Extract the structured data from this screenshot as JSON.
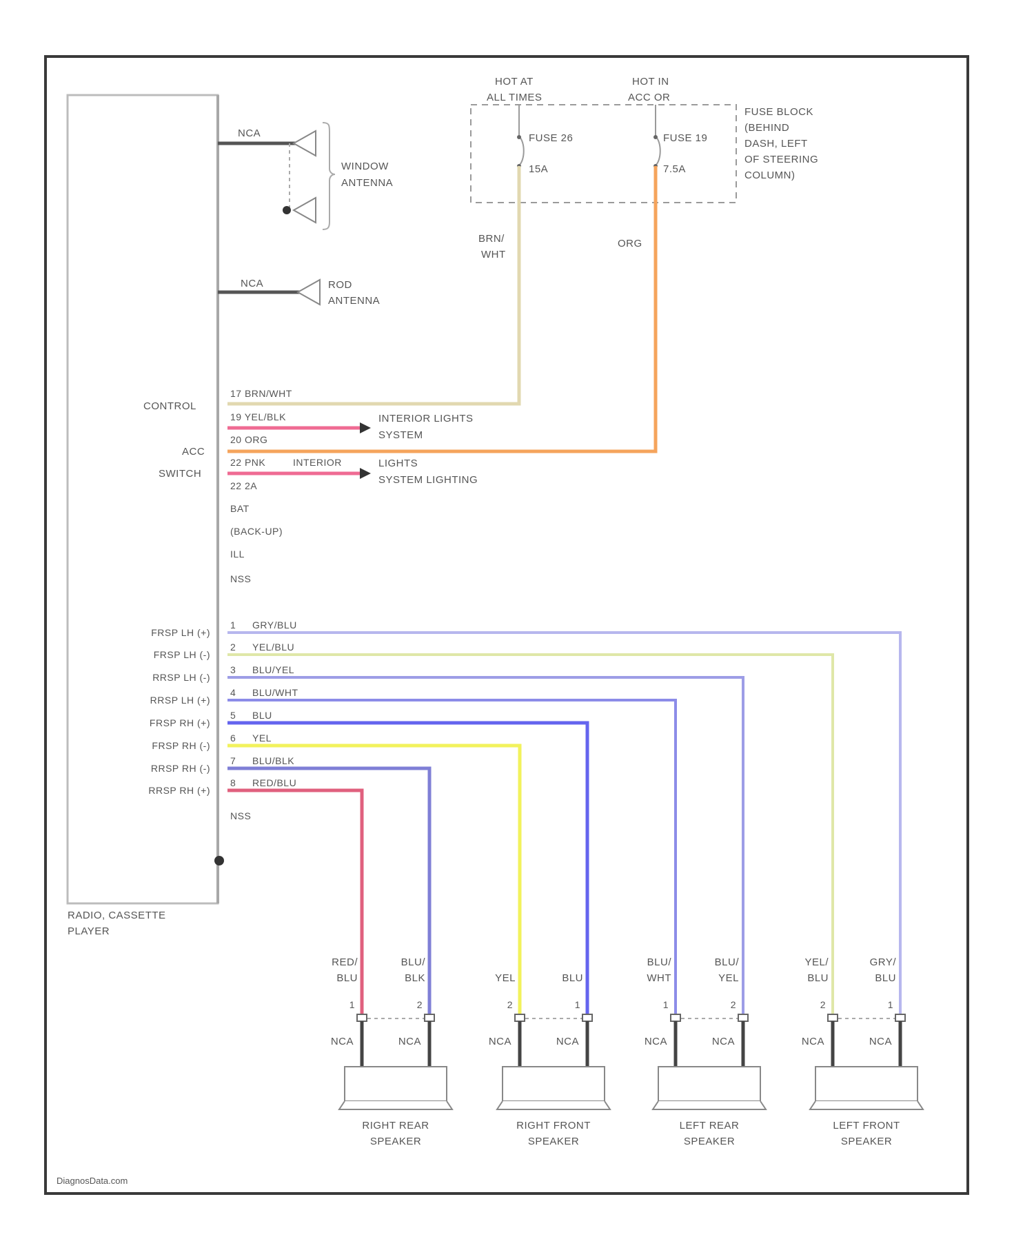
{
  "fuse_block": {
    "hot_at_all_times": [
      "HOT AT",
      "ALL TIMES"
    ],
    "hot_in_acc_or": [
      "HOT IN",
      "ACC OR"
    ],
    "fuse_a": "FUSE 26",
    "fuse_a_amp": "15A",
    "fuse_b": "FUSE 19",
    "fuse_b_amp": "7.5A",
    "label": [
      "FUSE BLOCK",
      "(BEHIND",
      "DASH, LEFT",
      "OF STEERING",
      "COLUMN)"
    ]
  },
  "antennas": {
    "nca_top": "NCA",
    "window_antenna": [
      "WINDOW",
      "ANTENNA"
    ],
    "nca_rod": "NCA",
    "rod_antenna": [
      "ROD",
      "ANTENNA"
    ]
  },
  "feed_wires": {
    "brn_wht": [
      "BRN/",
      "WHT"
    ],
    "org": "ORG"
  },
  "radio": {
    "label": [
      "RADIO, CASSETTE",
      "PLAYER"
    ],
    "left_labels": {
      "control": "CONTROL",
      "acc": "ACC",
      "switch": "SWITCH"
    },
    "pins_upper": {
      "p17": "17   BRN/WHT",
      "p19": "19  YEL/BLK",
      "p20": "20  ORG",
      "p22": "22   PNK",
      "p22_right": "INTERIOR",
      "p22b": "22 2A",
      "bat": "BAT",
      "backup": "(BACK-UP)",
      "ill": "ILL",
      "nss": "NSS"
    },
    "interior_lights_1": [
      "INTERIOR LIGHTS",
      "SYSTEM"
    ],
    "interior_lights_2": [
      "LIGHTS",
      "SYSTEM LIGHTING"
    ],
    "speaker_pins": [
      {
        "label": "FRSP LH (+)",
        "pin": "1",
        "wire": "GRY/BLU"
      },
      {
        "label": "FRSP LH (-)",
        "pin": "2",
        "wire": "YEL/BLU"
      },
      {
        "label": "RRSP LH (-)",
        "pin": "3",
        "wire": "BLU/YEL"
      },
      {
        "label": "RRSP LH (+)",
        "pin": "4",
        "wire": "BLU/WHT"
      },
      {
        "label": "FRSP RH (+)",
        "pin": "5",
        "wire": "BLU"
      },
      {
        "label": "FRSP RH (-)",
        "pin": "6",
        "wire": "YEL"
      },
      {
        "label": "RRSP RH (-)",
        "pin": "7",
        "wire": "BLU/BLK"
      },
      {
        "label": "RRSP RH (+)",
        "pin": "8",
        "wire": "RED/BLU"
      }
    ],
    "nss_bottom": "NSS"
  },
  "speakers": [
    {
      "name": [
        "RIGHT REAR",
        "SPEAKER"
      ],
      "left_wire": [
        "RED/",
        "BLU"
      ],
      "right_wire": [
        "BLU/",
        "BLK"
      ],
      "left_pin": "1",
      "right_pin": "2",
      "nca_left": "NCA",
      "nca_right": "NCA"
    },
    {
      "name": [
        "RIGHT FRONT",
        "SPEAKER"
      ],
      "left_wire": [
        "",
        "YEL"
      ],
      "right_wire": [
        "",
        "BLU"
      ],
      "left_pin": "2",
      "right_pin": "1",
      "nca_left": "NCA",
      "nca_right": "NCA"
    },
    {
      "name": [
        "LEFT REAR",
        "SPEAKER"
      ],
      "left_wire": [
        "BLU/",
        "WHT"
      ],
      "right_wire": [
        "BLU/",
        "YEL"
      ],
      "left_pin": "1",
      "right_pin": "2",
      "nca_left": "NCA",
      "nca_right": "NCA"
    },
    {
      "name": [
        "LEFT FRONT",
        "SPEAKER"
      ],
      "left_wire": [
        "YEL/",
        "BLU"
      ],
      "right_wire": [
        "GRY/",
        "BLU"
      ],
      "left_pin": "2",
      "right_pin": "1",
      "nca_left": "NCA",
      "nca_right": "NCA"
    }
  ],
  "watermark": "DiagnosData.com",
  "colors": {
    "frame": "#3a3a3a",
    "radio_box": "#bcbcbc",
    "brn_wht": "#e2d8b0",
    "org": "#f5a45c",
    "pnk": "#ef6b93",
    "gry_blu": "#b7b7ee",
    "yel_blu": "#dfe7a8",
    "blu_yel": "#9d9de6",
    "blu_wht": "#8c8ce8",
    "blu": "#6464ee",
    "yel": "#f2f25c",
    "blu_blk": "#7f7fd6",
    "red_blu": "#e0607e",
    "dark": "#444444"
  }
}
